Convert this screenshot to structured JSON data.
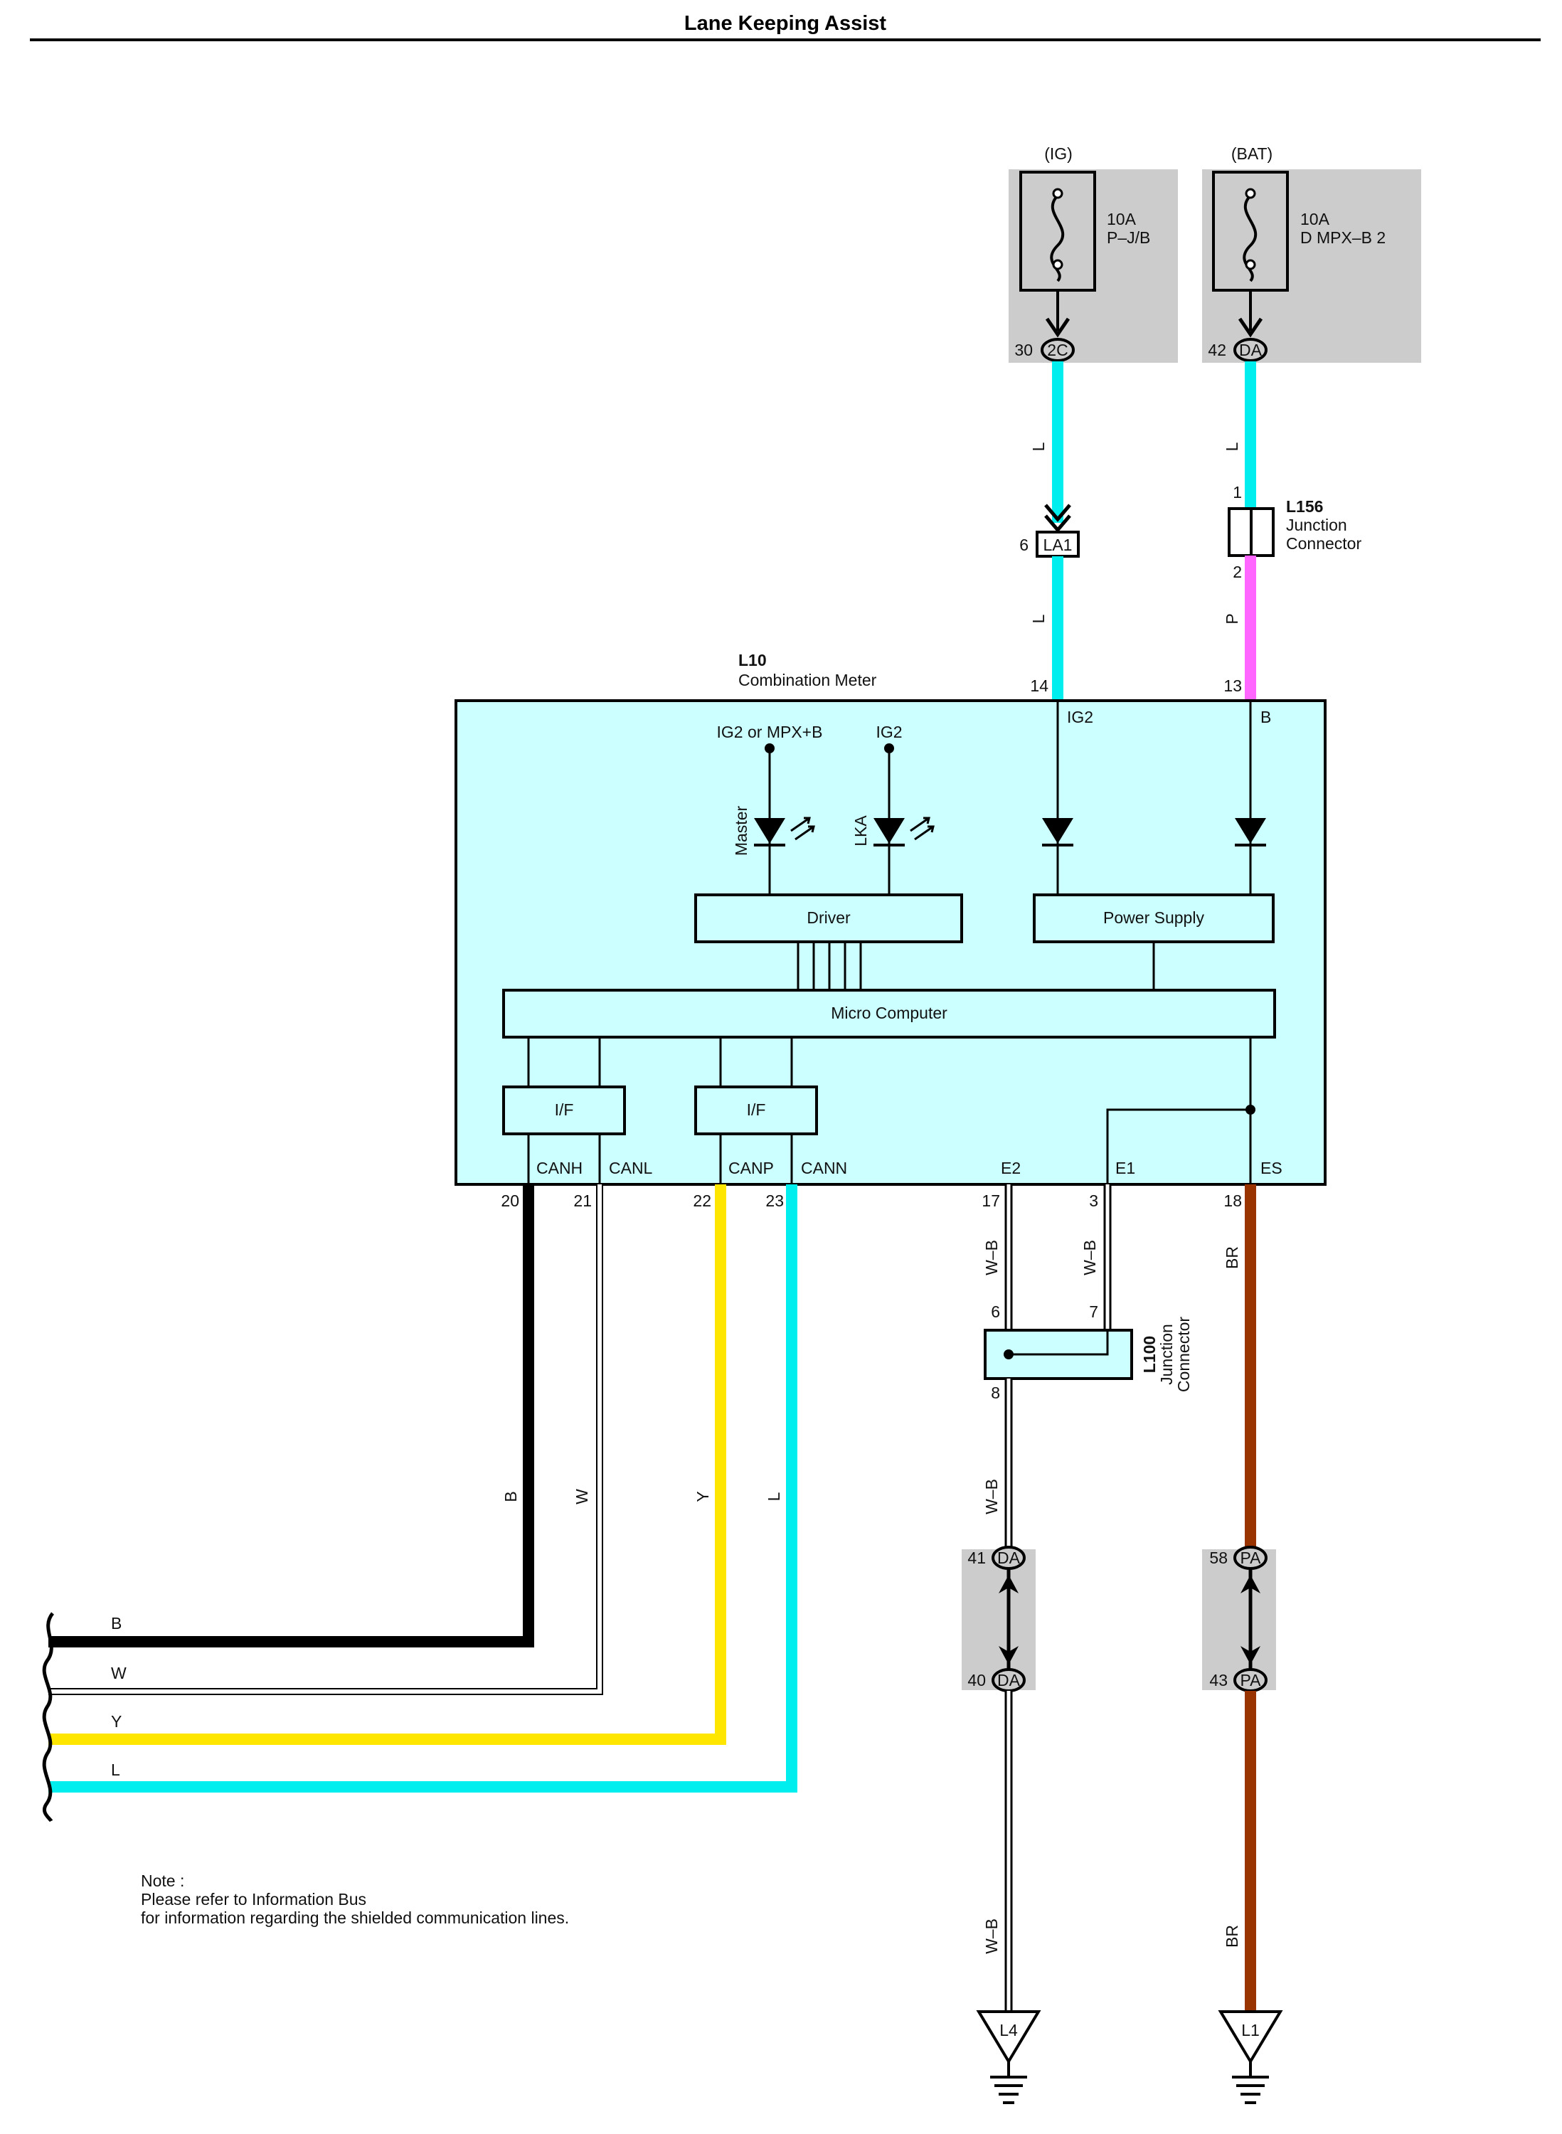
{
  "title": "Lane Keeping Assist",
  "sources": {
    "ig": {
      "label": "(IG)",
      "amp": "10A",
      "name": "P–J/B",
      "pin": "30",
      "conn": "2C"
    },
    "bat": {
      "label": "(BAT)",
      "amp": "10A",
      "name": "D MPX–B 2",
      "pin": "42",
      "conn": "DA"
    }
  },
  "wire_codes": {
    "ig_upper": "L",
    "ig_lower": "L",
    "bat_upper": "L",
    "bat_lower": "P",
    "e2": "W–B",
    "e1": "W–B",
    "e2_mid": "W–B",
    "e2_low": "W–B",
    "es": "BR",
    "es_low": "BR",
    "canh": "B",
    "canl": "W",
    "canp": "Y",
    "cann": "L"
  },
  "la1": {
    "pin": "6",
    "conn": "LA1"
  },
  "l156": {
    "code": "L156",
    "name1": "Junction",
    "name2": "Connector",
    "pin_top": "1",
    "pin_bottom": "2"
  },
  "meter": {
    "code": "L10",
    "name": "Combination Meter",
    "pin_ig2": "14",
    "pin_b": "13",
    "label_ig2": "IG2",
    "label_b": "B",
    "src_master": "IG2 or MPX+B",
    "src_lka": "IG2",
    "led_master": "Master",
    "led_lka": "LKA",
    "driver": "Driver",
    "power_supply": "Power Supply",
    "micro": "Micro Computer",
    "if1": "I/F",
    "if2": "I/F",
    "canh": "CANH",
    "canl": "CANL",
    "canp": "CANP",
    "cann": "CANN",
    "e2": "E2",
    "e1": "E1",
    "es": "ES",
    "pins": {
      "canh": "20",
      "canl": "21",
      "canp": "22",
      "cann": "23",
      "e2": "17",
      "e1": "3",
      "es": "18"
    }
  },
  "l100": {
    "code": "L100",
    "name1": "Junction",
    "name2": "Connector",
    "pin6": "6",
    "pin7": "7",
    "pin8": "8"
  },
  "connectors": {
    "da41": {
      "pin": "41",
      "conn": "DA"
    },
    "da40": {
      "pin": "40",
      "conn": "DA"
    },
    "pa58": {
      "pin": "58",
      "conn": "PA"
    },
    "pa43": {
      "pin": "43",
      "conn": "PA"
    }
  },
  "grounds": {
    "l4": "L4",
    "l1": "L1"
  },
  "bus": {
    "b": "B",
    "w": "W",
    "y": "Y",
    "l": "L"
  },
  "note": {
    "line1": "Note :",
    "line2": "Please refer to Information Bus",
    "line3": "for information regarding the shielded communication lines."
  },
  "colors": {
    "cyan": "#00eeee",
    "pink": "#ff66ff",
    "yellow": "#ffe600",
    "brown": "#993300",
    "black": "#000000",
    "box_fill": "#ccffff",
    "gray": "#cccccc"
  }
}
